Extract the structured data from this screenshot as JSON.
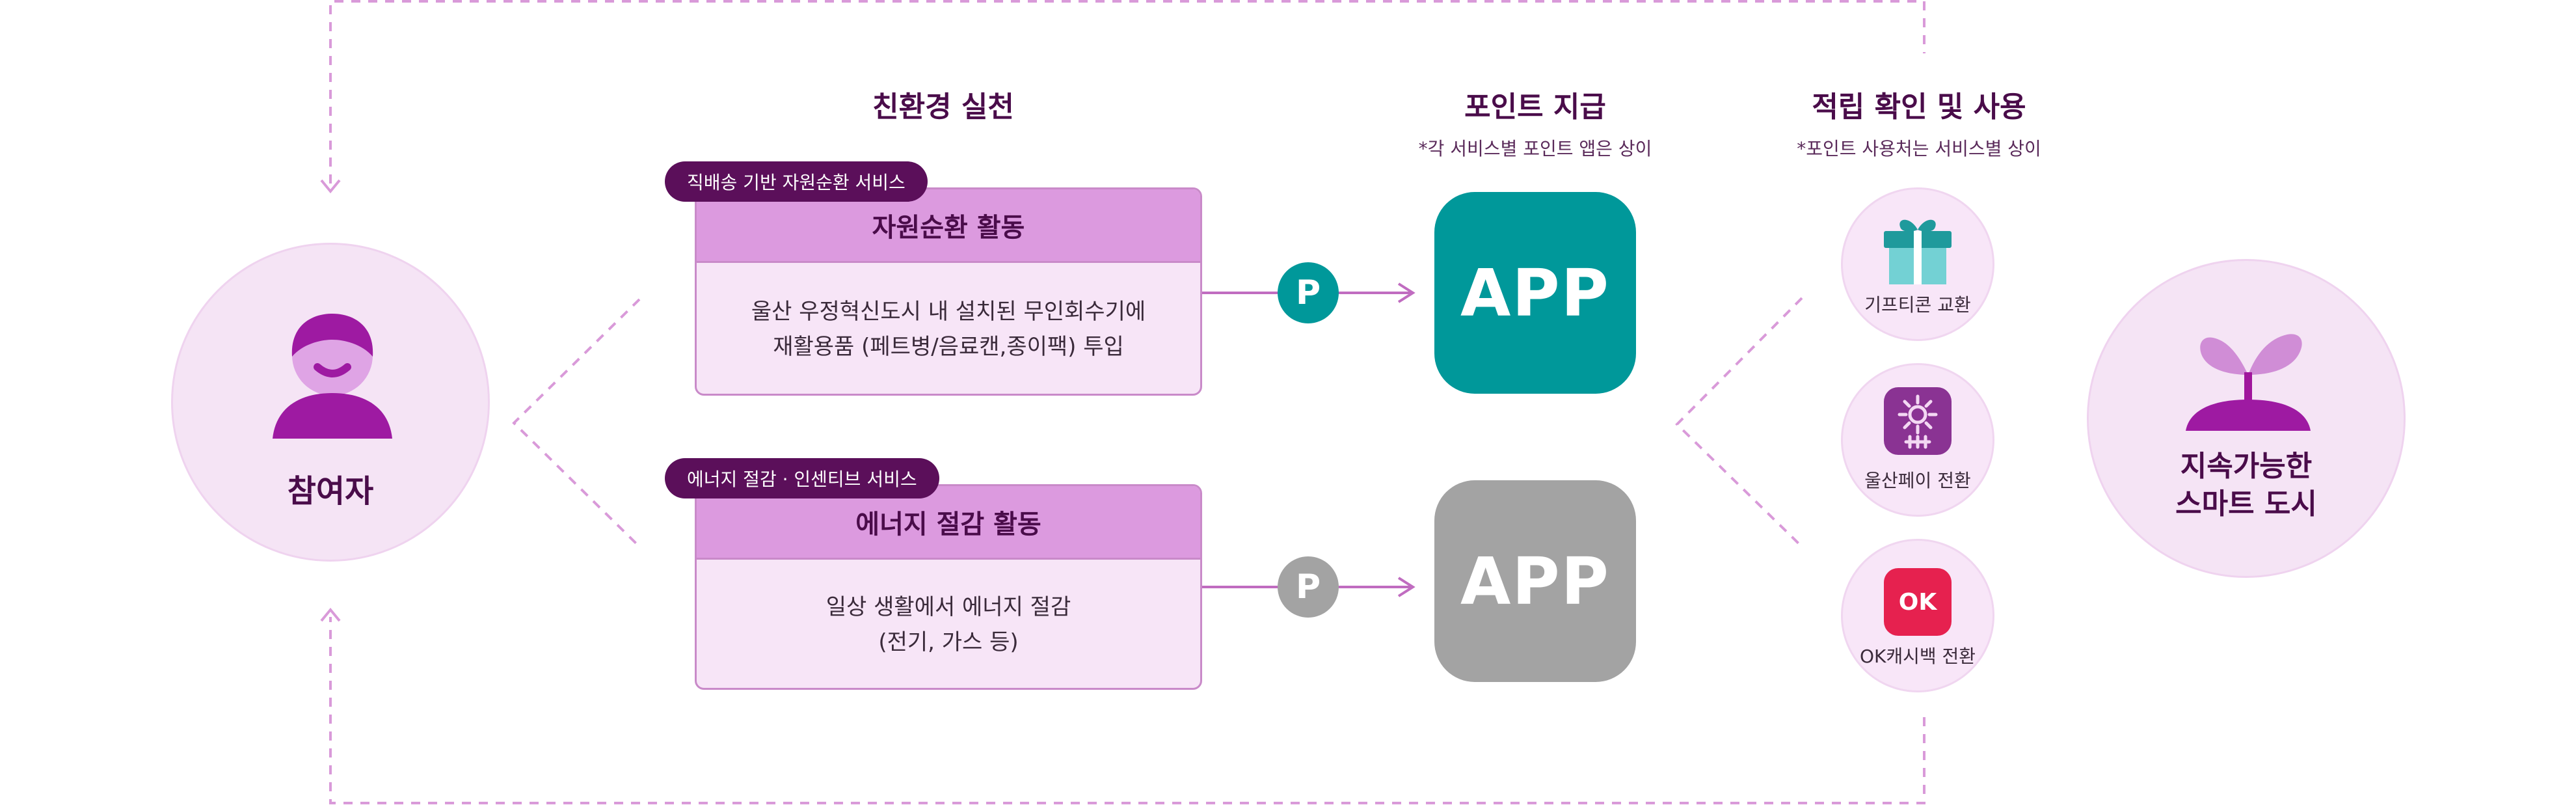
{
  "participant": {
    "label": "참여자"
  },
  "sections": {
    "practice": {
      "title": "친환경 실천"
    },
    "points": {
      "title": "포인트 지급",
      "note": "*각 서비스별 포인트 앱은 상이"
    },
    "usage": {
      "title": "적립 확인 및 사용",
      "note": "*포인트 사용처는 서비스별 상이"
    }
  },
  "activities": [
    {
      "tag": "직배송 기반 자원순환 서비스",
      "title": "자원순환 활동",
      "line1": "울산 우정혁신도시 내 설치된 무인회수기에",
      "line2": "재활용품 (페트병/음료캔,종이팩) 투입",
      "point_label": "P",
      "app_label": "APP",
      "app_color": "#00989a"
    },
    {
      "tag": "에너지 절감 · 인센티브 서비스",
      "title": "에너지 절감 활동",
      "line1": "일상 생활에서 에너지 절감",
      "line2": "(전기, 가스 등)",
      "point_label": "P",
      "app_label": "APP",
      "app_color": "#a3a3a3"
    }
  ],
  "rewards": [
    {
      "label": "기프티콘 교환",
      "icon": "gift-icon"
    },
    {
      "label": "울산페이 전환",
      "icon": "ulsanpay-icon"
    },
    {
      "label": "OK캐시백 전환",
      "icon": "okcashbag-icon",
      "icon_text": "OK"
    }
  ],
  "city": {
    "line1": "지속가능한",
    "line2": "스마트 도시"
  },
  "colors": {
    "accent_purple": "#4a0c4a",
    "card_header": "#dc9adf",
    "card_body": "#f7e5f7",
    "tag": "#5b0f5a",
    "dashed_line": "#d99ad9",
    "teal": "#00989a",
    "gray": "#a3a3a3"
  }
}
